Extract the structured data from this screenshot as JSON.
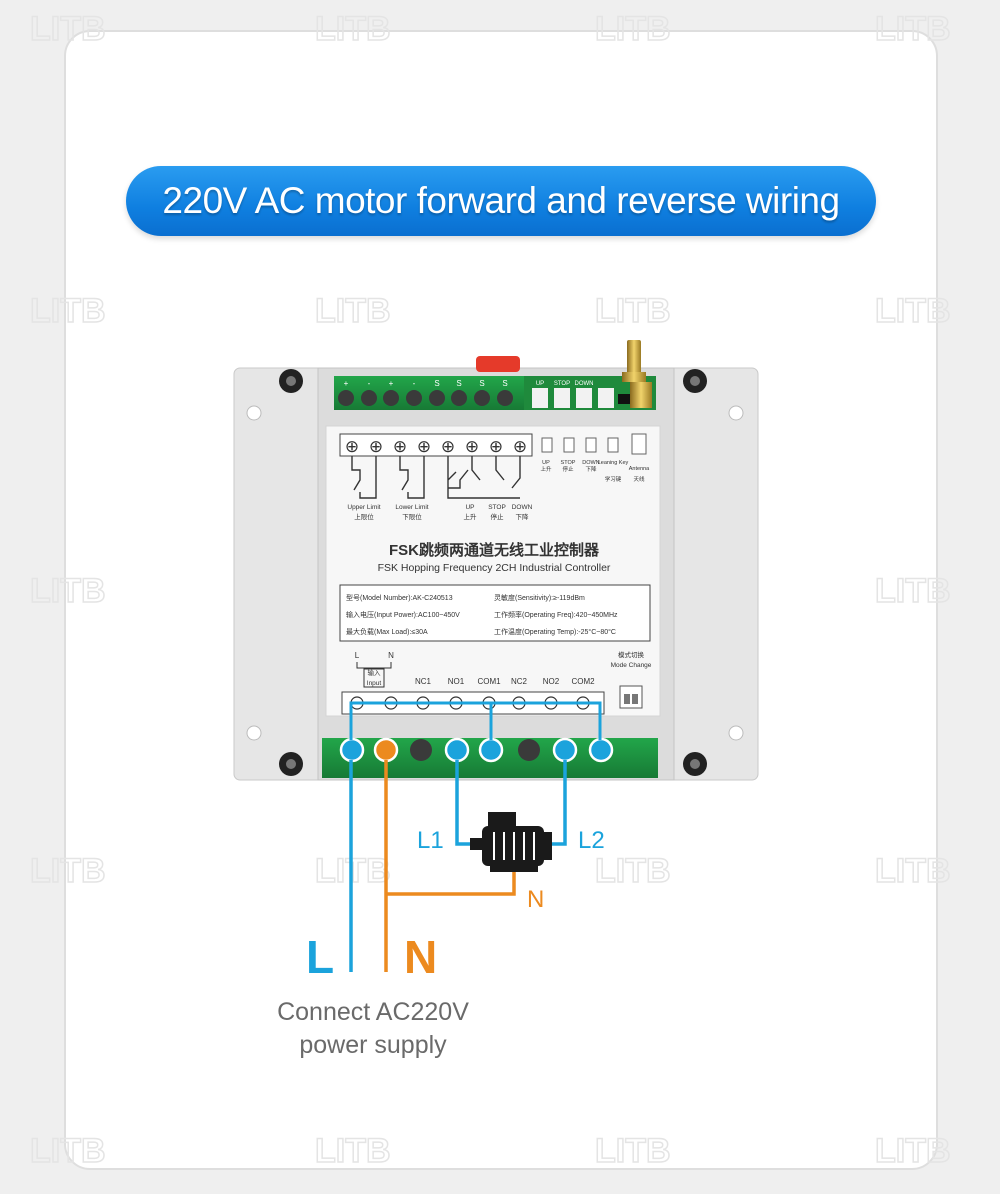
{
  "banner": {
    "title": "220V AC motor forward and reverse wiring"
  },
  "watermark": {
    "text": "LITB"
  },
  "device": {
    "top_terminal_labels": [
      "+",
      "-",
      "+",
      "-",
      "S",
      "S",
      "S",
      "S"
    ],
    "button_headers": [
      "UP",
      "STOP",
      "DOWN"
    ],
    "label_panel": {
      "top_screws": [
        "⊕",
        "⊕",
        "⊕",
        "⊕",
        "⊕",
        "⊕",
        "⊕",
        "⊕"
      ],
      "button_labels": [
        {
          "en": "UP",
          "cn": "上升"
        },
        {
          "en": "STOP",
          "cn": "停止"
        },
        {
          "en": "DOWN",
          "cn": "下降"
        },
        {
          "en": "Leaning Key",
          "cn": "学习键"
        },
        {
          "en": "Antenna",
          "cn": "天线"
        }
      ],
      "limit_labels": [
        {
          "en": "Upper Limit",
          "cn": "上限位"
        },
        {
          "en": "Lower Limit",
          "cn": "下限位"
        }
      ],
      "switch_labels": [
        {
          "en": "UP",
          "cn": "上升"
        },
        {
          "en": "STOP",
          "cn": "停止"
        },
        {
          "en": "DOWN",
          "cn": "下降"
        }
      ],
      "title_cn": "FSK跳频两通道无线工业控制器",
      "title_en": "FSK Hopping Frequency 2CH Industrial Controller",
      "specs": {
        "model": "型号(Model Number):AK-C240513",
        "sensitivity": "灵敏度(Sensitivity):≥-119dBm",
        "input_power": "输入电压(Input Power):AC100~450V",
        "freq": "工作频率(Operating Freq):420~450MHz",
        "max_load": "最大负载(Max Load):≤30A",
        "temp": "工作温度(Operating Temp):-25°C~80°C"
      },
      "input_L": "L",
      "input_N": "N",
      "input_cn": "输入",
      "input_en": "Input",
      "channel_labels": [
        "NC1",
        "NO1",
        "COM1",
        "NC2",
        "NO2",
        "COM2"
      ],
      "mode_cn": "模式切换",
      "mode_en": "Mode Change"
    }
  },
  "wiring": {
    "motor_L1": "L1",
    "motor_L2": "L2",
    "motor_N": "N",
    "supply_L": "L",
    "supply_N": "N",
    "caption_line1": "Connect AC220V",
    "caption_line2": "power supply"
  },
  "colors": {
    "blue": "#1ba3dc",
    "orange": "#ec8a1f",
    "banner": "#1283e6",
    "caption": "#6a6a6a"
  }
}
